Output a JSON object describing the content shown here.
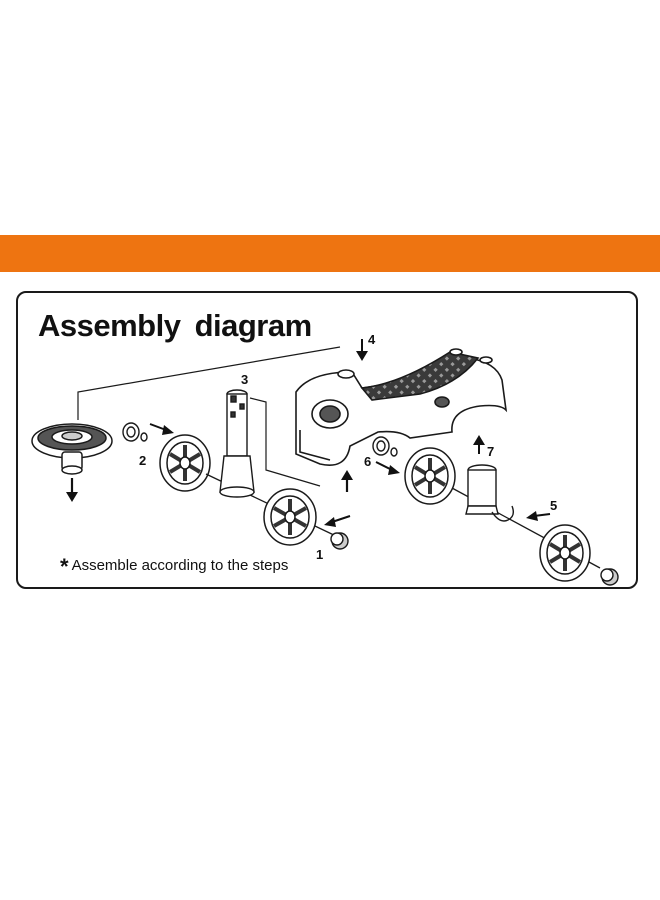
{
  "header": {
    "band_color": "#ee7411"
  },
  "panel": {
    "title": "Assembly diagram",
    "note_symbol": "*",
    "note_text": "Assemble according to the steps"
  },
  "steps": [
    "1",
    "2",
    "3",
    "4",
    "5",
    "6",
    "7"
  ],
  "colors": {
    "line": "#1a1a1a",
    "part_fill": "#ffffff",
    "seat_fill": "#3a3a3a"
  }
}
